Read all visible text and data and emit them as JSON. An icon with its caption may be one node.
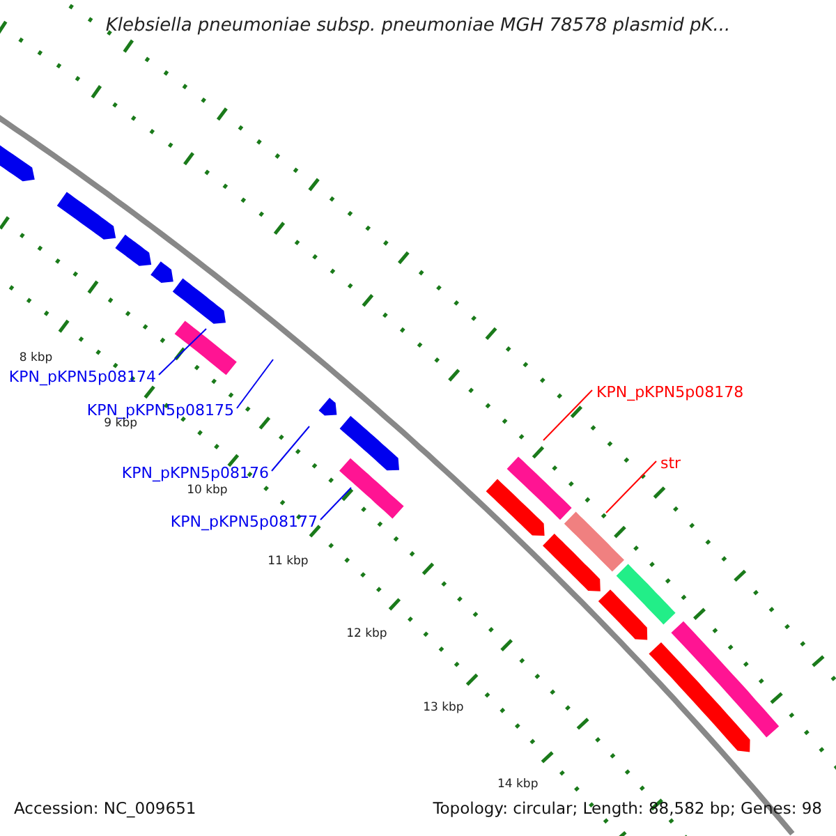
{
  "diagram": {
    "title": "Klebsiella pneumoniae subsp. pneumoniae MGH 78578 plasmid pK...",
    "nodes": [
      {
        "text": [
          "KPN_pKPN5p08174"
        ]
      },
      {
        "text": [
          "KPN_pKPN5p08175"
        ]
      },
      {
        "text": [
          "KPN_pKPN5p08176"
        ]
      },
      {
        "text": [
          "KPN_pKPN5p08177"
        ]
      },
      {
        "text": [
          "KPN_pKPN5p08178"
        ]
      },
      {
        "text": [
          "str"
        ]
      }
    ],
    "edges": [
      {
        "from": 0,
        "to": null,
        "arrow": "none"
      },
      {
        "from": 1,
        "to": null,
        "arrow": "none"
      },
      {
        "from": 2,
        "to": null,
        "arrow": "none"
      },
      {
        "from": 3,
        "to": null,
        "arrow": "none"
      },
      {
        "from": 4,
        "to": null,
        "arrow": "none",
        "color": "#ff0000"
      },
      {
        "from": 5,
        "to": null,
        "arrow": "none",
        "color": "#ff0000"
      }
    ],
    "labels": [
      "8 kbp",
      "9 kbp",
      "10 kbp",
      "11 kbp",
      "12 kbp",
      "13 kbp",
      "14 kbp",
      "Accession: NC_009651",
      "Topology: circular; Length: 88,582 bp; Genes: 98"
    ]
  }
}
